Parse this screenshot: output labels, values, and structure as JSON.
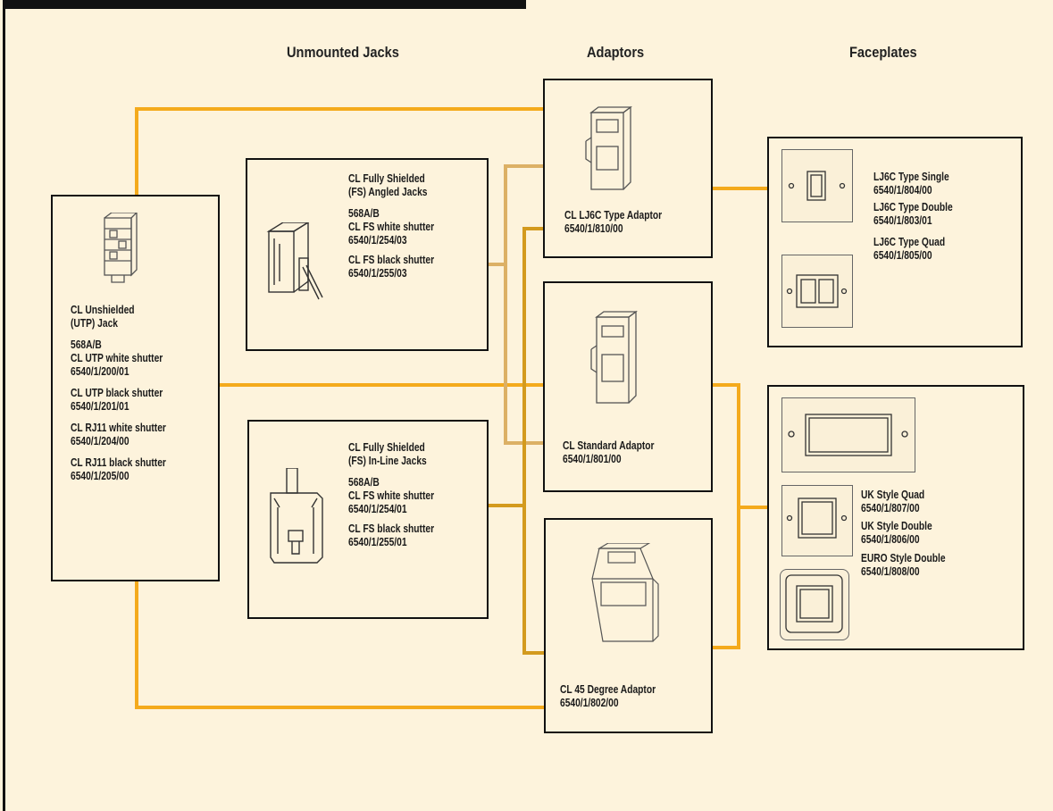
{
  "columns": {
    "jacks": "Unmounted Jacks",
    "adaptors": "Adaptors",
    "faceplates": "Faceplates"
  },
  "utp_jack": {
    "title": [
      "CL Unshielded",
      "(UTP) Jack"
    ],
    "items": [
      [
        "568A/B",
        "CL UTP white shutter",
        "6540/1/200/01"
      ],
      [
        "CL UTP black shutter",
        "6540/1/201/01"
      ],
      [
        "CL RJ11 white shutter",
        "6540/1/204/00"
      ],
      [
        "CL RJ11 black shutter",
        "6540/1/205/00"
      ]
    ]
  },
  "fs_angled": {
    "title": [
      "CL Fully Shielded",
      "(FS) Angled Jacks"
    ],
    "items": [
      [
        "568A/B",
        "CL FS white shutter",
        "6540/1/254/03"
      ],
      [
        "CL FS black shutter",
        "6540/1/255/03"
      ]
    ]
  },
  "fs_inline": {
    "title": [
      "CL Fully Shielded",
      "(FS) In-Line Jacks"
    ],
    "items": [
      [
        "568A/B",
        "CL FS white shutter",
        "6540/1/254/01"
      ],
      [
        "CL FS black shutter",
        "6540/1/255/01"
      ]
    ]
  },
  "adaptor_lj6c": {
    "name": "CL LJ6C Type Adaptor",
    "code": "6540/1/810/00"
  },
  "adaptor_standard": {
    "name": "CL Standard Adaptor",
    "code": "6540/1/801/00"
  },
  "adaptor_45": {
    "name": "CL 45 Degree Adaptor",
    "code": "6540/1/802/00"
  },
  "faceplates_lj6c": [
    [
      "LJ6C Type Single",
      "6540/1/804/00"
    ],
    [
      "LJ6C Type Double",
      "6540/1/803/01"
    ],
    [
      "LJ6C Type Quad",
      "6540/1/805/00"
    ]
  ],
  "faceplates_uk": [
    [
      "UK Style Quad",
      "6540/1/807/00"
    ],
    [
      "UK Style Double",
      "6540/1/806/00"
    ],
    [
      "EURO Style Double",
      "6540/1/808/00"
    ]
  ],
  "colors": {
    "line_orange": "#f4aa1c",
    "line_tan": "#dcb065",
    "line_dark": "#d39a1e",
    "background": "#fdf3dc"
  }
}
